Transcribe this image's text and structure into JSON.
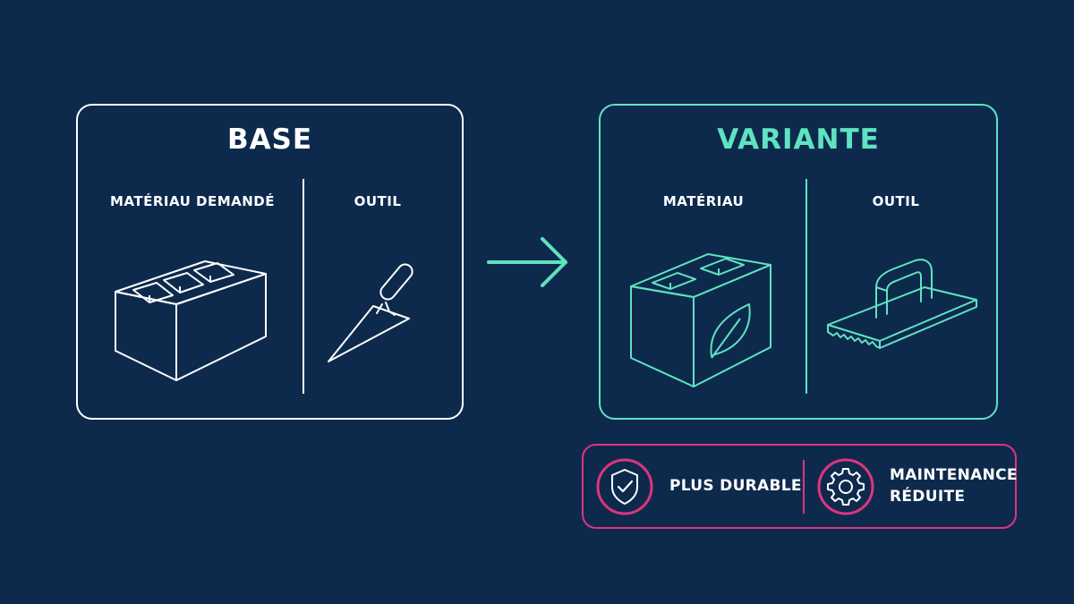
{
  "base": {
    "title": "BASE",
    "material_label": "MATÉRIAU DEMANDÉ",
    "tool_label": "OUTIL",
    "material_icon": "cinder-block-icon",
    "tool_icon": "trowel-icon"
  },
  "variant": {
    "title": "VARIANTE",
    "material_label": "MATÉRIAU",
    "tool_label": "OUTIL",
    "material_icon": "eco-block-icon",
    "tool_icon": "notched-trowel-icon"
  },
  "benefits": [
    {
      "label_line1": "PLUS DURABLE",
      "label_line2": "",
      "icon": "shield-check-icon"
    },
    {
      "label_line1": "MAINTENANCE",
      "label_line2": "RÉDUITE",
      "icon": "gear-icon"
    }
  ],
  "colors": {
    "background": "#0d2a4d",
    "base_outline": "#ffffff",
    "variant_accent": "#5fe3c1",
    "benefit_accent": "#e0337f"
  }
}
